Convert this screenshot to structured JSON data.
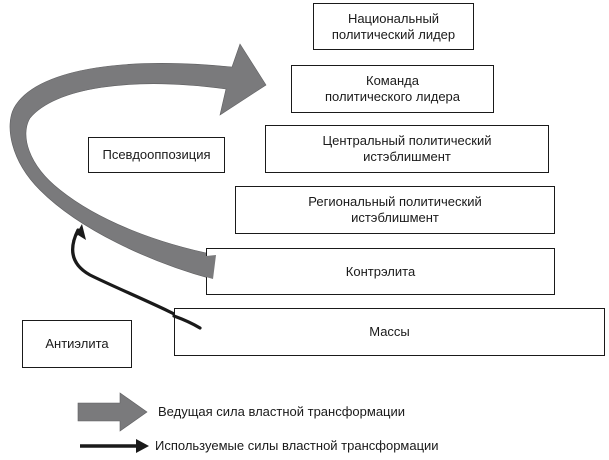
{
  "diagram": {
    "levels": [
      {
        "id": "national-leader",
        "label": "Национальный\nполитический лидер"
      },
      {
        "id": "leader-team",
        "label": "Команда\nполитического лидера"
      },
      {
        "id": "central-establishment",
        "label": "Центральный политический\nистэблишмент"
      },
      {
        "id": "regional-establishment",
        "label": "Региональный политический\nистэблишмент"
      },
      {
        "id": "counter-elite",
        "label": "Контрэлита"
      },
      {
        "id": "masses",
        "label": "Массы"
      }
    ],
    "side_boxes": [
      {
        "id": "pseudo-opposition",
        "label": "Псевдооппозиция"
      },
      {
        "id": "anti-elite",
        "label": "Антиэлита"
      }
    ],
    "colors": {
      "leading_force": "#7a7a7c",
      "used_force": "#1a1a1a",
      "box_border": "#1a1a1a"
    }
  },
  "legend": {
    "items": [
      {
        "icon": "gray-block-arrow-icon",
        "label": "Ведущая сила властной трансформации"
      },
      {
        "icon": "black-line-arrow-icon",
        "label": "Используемые силы властной трансформации"
      }
    ]
  }
}
